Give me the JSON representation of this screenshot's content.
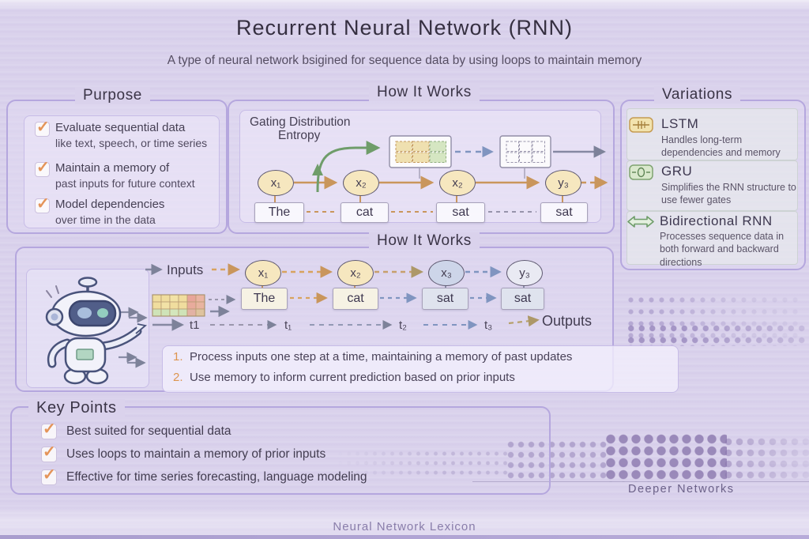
{
  "header": {
    "title": "Recurrent Neural Network (RNN)",
    "subtitle": "A type of neural network bsigined for sequence data by using loops to maintain memory"
  },
  "icons": {
    "check": "✓"
  },
  "purpose": {
    "heading": "Purpose",
    "items": [
      {
        "line1": "Evaluate sequential data",
        "line2": "like text, speech, or time series"
      },
      {
        "line1": "Maintain a memory of",
        "line2": "past inputs for future context"
      },
      {
        "line1": "Model dependencies",
        "line2": "over time in the data"
      }
    ]
  },
  "how_top": {
    "heading": "How It Works",
    "gating_line1": "Gating Distribution",
    "gating_line2": "Entropy",
    "nodes": [
      "x₁",
      "x₂",
      "x₂",
      "y₃"
    ],
    "words": [
      "The",
      "cat",
      "sat",
      "sat"
    ]
  },
  "variations": {
    "heading": "Variations",
    "items": [
      {
        "name": "LSTM",
        "desc": "Handles long-term dependencies and memory"
      },
      {
        "name": "GRU",
        "desc": "Simplifies the RNN structure to use fewer gates"
      },
      {
        "name": "Bidirectional RNN",
        "desc": "Processes sequence data in both forward and backward directions"
      }
    ]
  },
  "how_main": {
    "heading": "How It Works",
    "inputs_label": "Inputs",
    "outputs_label": "Outputs",
    "nodes": [
      "x₁",
      "x₂",
      "x₃",
      "y₃"
    ],
    "words": [
      "The",
      "cat",
      "sat",
      "sat"
    ],
    "timeline": [
      "t1",
      "t₁",
      "t₂",
      "t₃"
    ],
    "steps": [
      {
        "num": "1.",
        "text": "Process inputs one step at a time, maintaining a memory of past updates"
      },
      {
        "num": "2.",
        "text": "Use memory to inform current prediction based on prior inputs"
      }
    ]
  },
  "key_points": {
    "heading": "Key Points",
    "items": [
      "Best suited for sequential data",
      "Uses loops to maintain a memory of prior inputs",
      "Effective for time series forecasting, language modeling"
    ]
  },
  "deeper_label": "Deeper Networks",
  "footer": "Neural Network Lexicon",
  "colors": {
    "background": "#d8d0eb",
    "panel_border": "#b5a7de",
    "node_yellow": "#f6e7bf",
    "node_blue": "#cdd5e9",
    "arrow_orange": "#c9965c",
    "arrow_green": "#6f9d6a",
    "arrow_blue": "#8095c0",
    "arrow_gray": "#8689a2",
    "check_orange": "#e49459",
    "dot_purple": "#9a8abf"
  }
}
